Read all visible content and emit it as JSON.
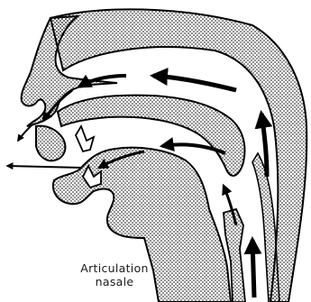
{
  "caption": {
    "line1": "Articulation",
    "line2": "nasale"
  },
  "colors": {
    "ink": "#000000",
    "stipple": "#000000",
    "background": "#ffffff"
  },
  "icons": [
    "arrow-icon",
    "sagittal-section-diagram"
  ]
}
